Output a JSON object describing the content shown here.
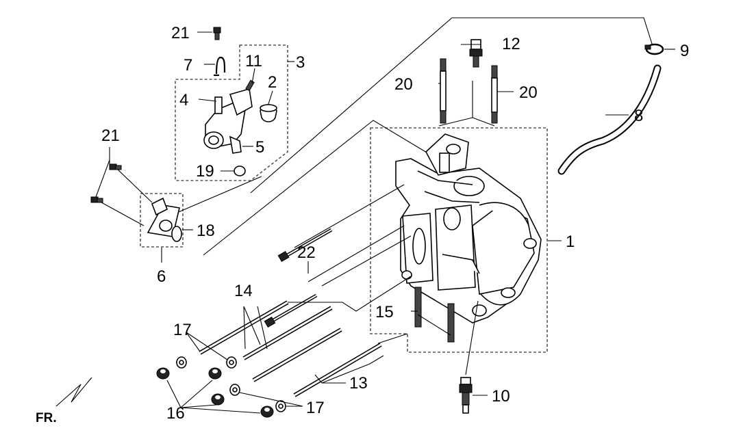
{
  "callouts": {
    "c1": "1",
    "c2": "2",
    "c3": "3",
    "c4": "4",
    "c5": "5",
    "c6": "6",
    "c7": "7",
    "c8": "8",
    "c9": "9",
    "c10": "10",
    "c11": "11",
    "c12": "12",
    "c13": "13",
    "c14": "14",
    "c15": "15",
    "c16": "16",
    "c17a": "17",
    "c17b": "17",
    "c18": "18",
    "c19": "19",
    "c20a": "20",
    "c20b": "20",
    "c21a": "21",
    "c21b": "21",
    "c22": "22"
  },
  "front_marker": "FR."
}
